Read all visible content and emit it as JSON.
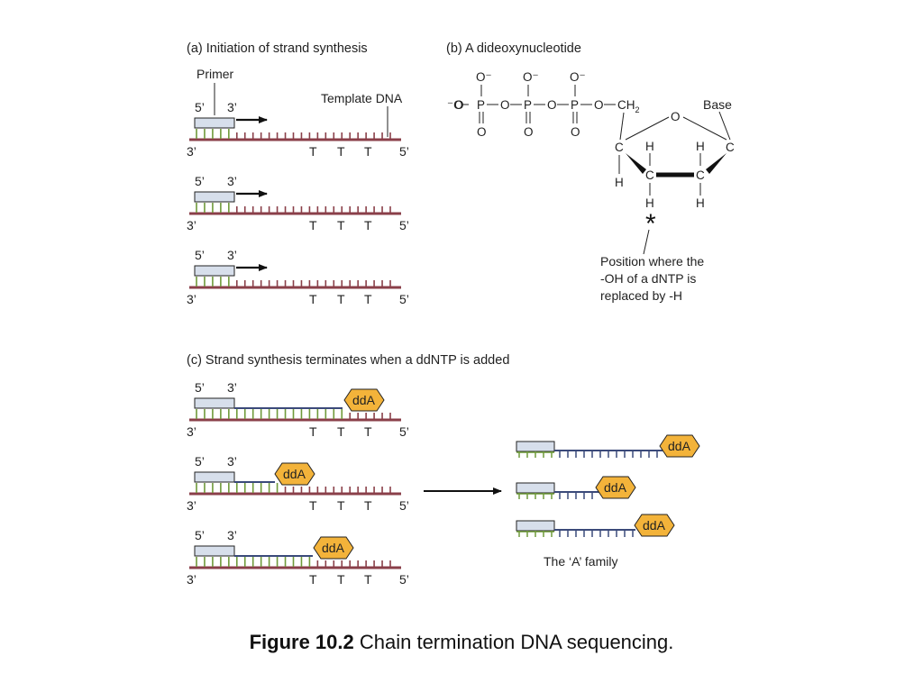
{
  "panel_a": {
    "title": "(a)  Initiation of strand synthesis",
    "primer_label": "Primer",
    "template_label": "Template DNA",
    "five_prime": "5’",
    "three_prime": "3’",
    "bases": [
      "T",
      "T",
      "T"
    ]
  },
  "panel_b": {
    "title": "(b)  A dideoxynucleotide",
    "o_minus": "O⁻",
    "left_o_minus": "⁻O",
    "o": "O",
    "p": "P",
    "c": "C",
    "h": "H",
    "ch2": "CH",
    "ch2_sub": "2",
    "ring_o": "O",
    "base_label": "Base",
    "asterisk": "*",
    "note_line1": "Position where the",
    "note_line2": "-OH of a dNTP is",
    "note_line3": "replaced by -H"
  },
  "panel_c": {
    "title": "(c)  Strand synthesis terminates when a ddNTP is added",
    "ddnucleotide": "ddA",
    "family_label": "The ‘A’ family"
  },
  "caption": {
    "bold": "Figure 10.2",
    "text": " Chain termination DNA sequencing."
  },
  "colors": {
    "template_strand": "#8a3f49",
    "primer_fill": "#d7dfeb",
    "primer_stroke": "#222222",
    "new_strand": "#3b4a7a",
    "rung_green": "#6f9a3a",
    "dda_fill": "#f3b33a"
  }
}
